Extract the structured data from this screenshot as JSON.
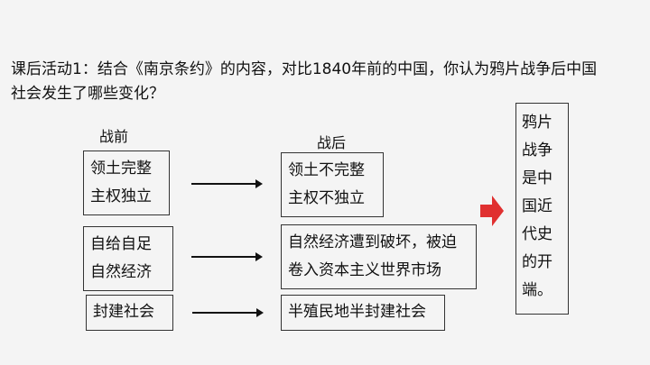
{
  "question": {
    "line1": "课后活动1：结合《南京条约》的内容，对比1840年前的中国，你认为鸦片战争后中国",
    "line2": "社会发生了哪些变化？"
  },
  "before_label": "战前",
  "after_label": "战后",
  "rows": [
    {
      "before": [
        "领土完整",
        "主权独立"
      ],
      "after": [
        "领土不完整",
        "主权不独立"
      ]
    },
    {
      "before": [
        "自给自足",
        "自然经济"
      ],
      "after": [
        "自然经济遭到破坏，被迫",
        "卷入资本主义世界市场"
      ]
    },
    {
      "before": [
        "封建社会"
      ],
      "after": [
        "半殖民地半封建社会"
      ]
    }
  ],
  "conclusion": [
    "鸦片",
    "战争",
    "是中",
    "国近",
    "代史",
    "的开",
    "端。"
  ],
  "colors": {
    "accent_arrow": "#e03030"
  }
}
